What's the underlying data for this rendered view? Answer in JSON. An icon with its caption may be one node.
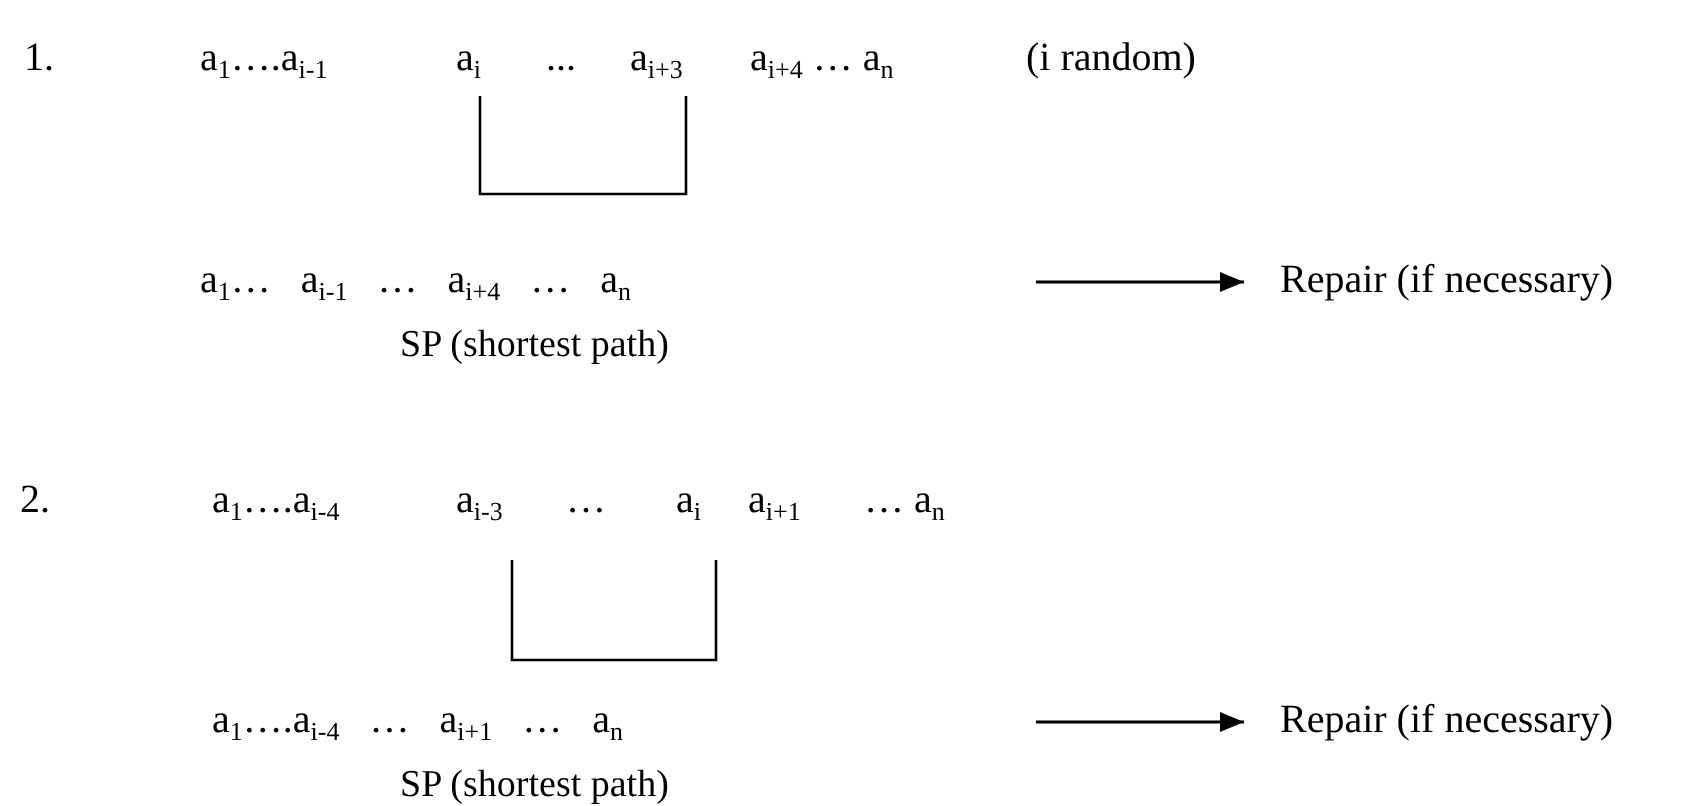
{
  "diagram": {
    "nodes": [
      {
        "text": [
          "a$_{1}$… a$_{i-1}$ … a$_{i+4}$ … a$_{n}$"
        ],
        "beside": [
          "SP (shortest path)"
        ]
      },
      {
        "text": [
          "Repair (if necessary)"
        ]
      },
      {
        "text": [
          "a$_{1}$….a$_{i-4}$ … a$_{i+1}$ … a$_{n}$"
        ],
        "beside": [
          "SP (shortest path)"
        ]
      },
      {
        "text": [
          "Repair (if necessary)"
        ]
      }
    ],
    "edges": [
      {
        "from": null,
        "to": 1,
        "arrow": "to"
      },
      {
        "from": null,
        "to": 3,
        "arrow": "to"
      }
    ],
    "labels": [
      "1.",
      "a$_{1}$….a$_{i-1}$",
      "a$_{i}$",
      "...",
      "a$_{i+3}$",
      "a$_{i+4}$ … a$_{n}$",
      "(i random)",
      "2.",
      "a$_{1}$….a$_{i-4}$",
      "a$_{i-3}$",
      "…",
      "a$_{i}$",
      "a$_{i+1}$",
      "… a$_{n}$"
    ]
  }
}
